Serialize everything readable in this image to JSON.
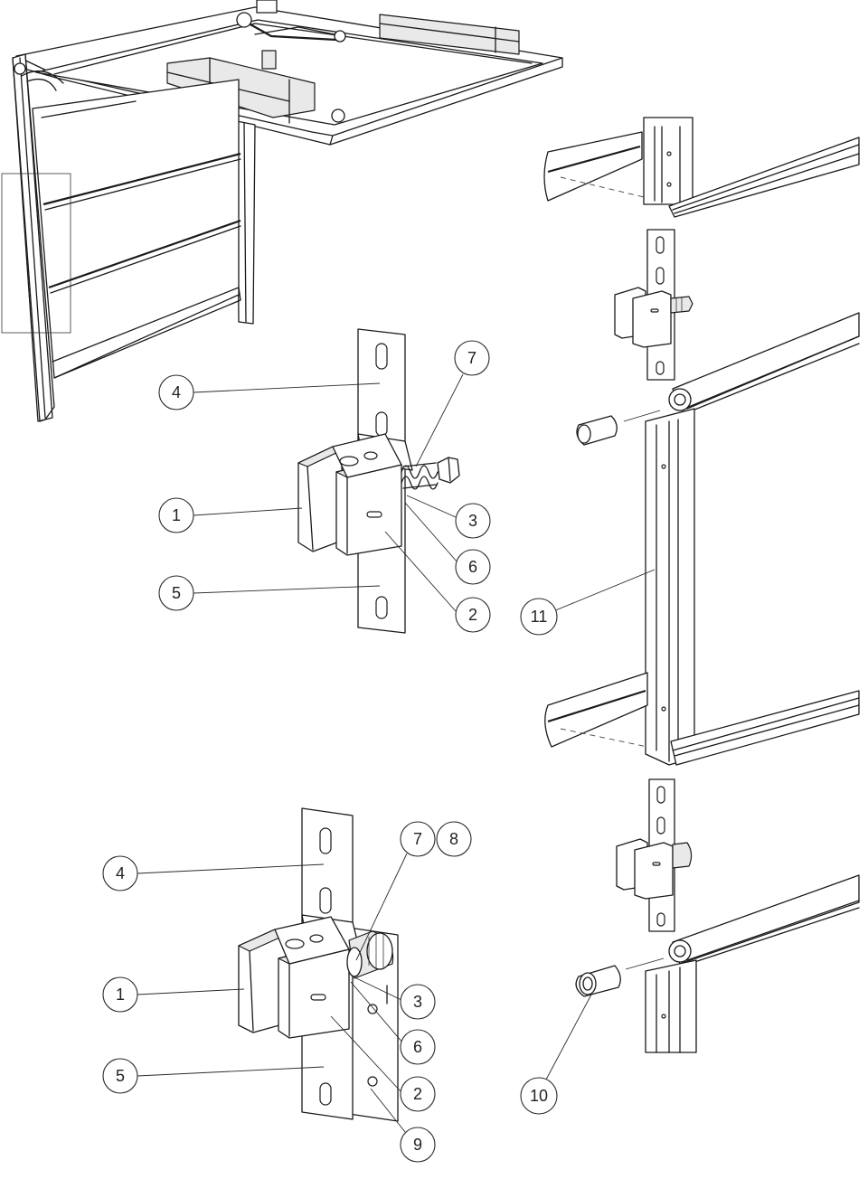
{
  "callouts": {
    "top_assembly": [
      "4",
      "7",
      "1",
      "3",
      "6",
      "5",
      "2"
    ],
    "side_assembly": [
      "11"
    ],
    "bottom_assembly": [
      "4",
      "7",
      "8",
      "1",
      "3",
      "6",
      "5",
      "2",
      "9"
    ],
    "bottom_side_assembly": [
      "10"
    ]
  },
  "colors": {
    "line": "#1a1a1a",
    "background": "#ffffff",
    "shade": "#e9e9e9"
  }
}
